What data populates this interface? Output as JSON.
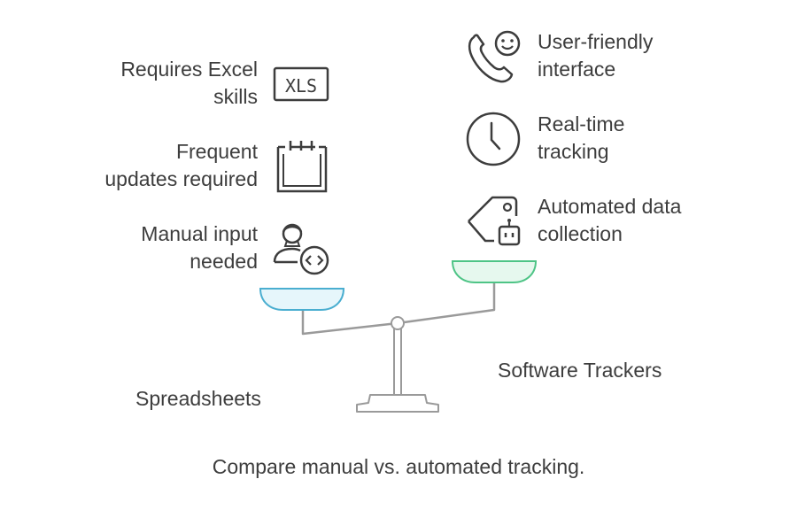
{
  "diagram": {
    "left_side": {
      "name": "Spreadsheets",
      "items": [
        {
          "line1": "Requires Excel",
          "line2": "skills",
          "icon": "xls-file-icon",
          "icon_text": "XLS"
        },
        {
          "line1": "Frequent",
          "line2": "updates required",
          "icon": "calendar-icon"
        },
        {
          "line1": "Manual input",
          "line2": "needed",
          "icon": "developer-code-icon"
        }
      ],
      "pan_color": "#e6f6fb",
      "pan_stroke": "#4aaed0"
    },
    "right_side": {
      "name": "Software Trackers",
      "items": [
        {
          "line1": "User-friendly",
          "line2": "interface",
          "icon": "phone-smile-icon"
        },
        {
          "line1": "Real-time",
          "line2": "tracking",
          "icon": "clock-icon"
        },
        {
          "line1": "Automated data",
          "line2": "collection",
          "icon": "robot-tag-icon"
        }
      ],
      "pan_color": "#e6f8ee",
      "pan_stroke": "#4ec486"
    },
    "caption": "Compare manual vs. automated tracking.",
    "stroke_color": "#8c8c8c",
    "text_color": "#3d3d3d"
  }
}
